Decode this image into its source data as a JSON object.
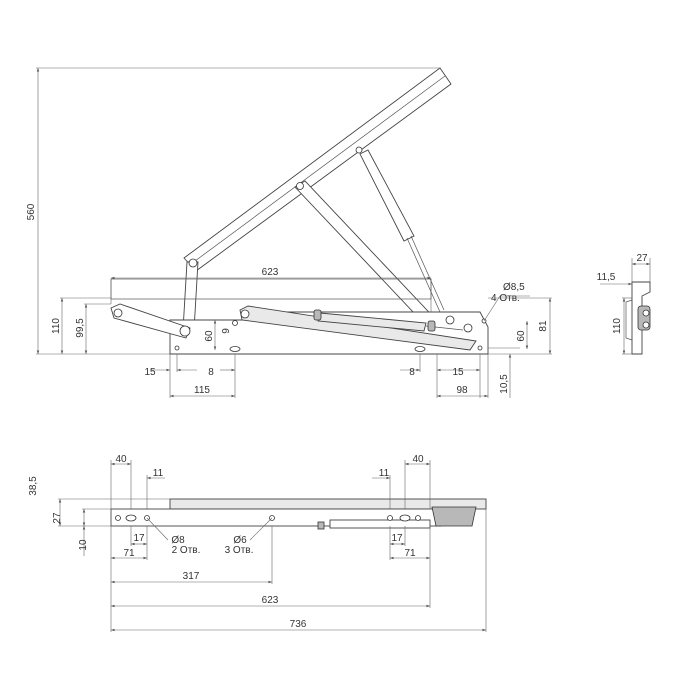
{
  "side_view": {
    "dims": {
      "height_total": "560",
      "height_base": "110",
      "height_inner": "99,5",
      "length_frame": "623",
      "hole_spacing_left": "60",
      "small_left": "9",
      "hole_diameter": "Ø8,5",
      "hole_count": "4 Отв.",
      "right_60": "60",
      "right_81": "81",
      "bottom_15_left": "15",
      "bottom_8_left": "8",
      "bottom_115": "115",
      "bottom_8_right": "8",
      "bottom_15_right": "15",
      "bottom_98": "98",
      "right_10_5": "10,5"
    }
  },
  "end_view": {
    "dims": {
      "width_27": "27",
      "offset_11_5": "11,5",
      "height_110": "110"
    }
  },
  "top_view": {
    "dims": {
      "height_38_5": "38,5",
      "height_27": "27",
      "height_10": "10",
      "left_40": "40",
      "left_11": "11",
      "left_17": "17",
      "left_71": "71",
      "right_11": "11",
      "right_40": "40",
      "right_17": "17",
      "right_71": "71",
      "hole8_diameter": "Ø8",
      "hole8_count": "2 Отв.",
      "hole6_diameter": "Ø6",
      "hole6_count": "3 Отв.",
      "len_317": "317",
      "len_623": "623",
      "len_736": "736"
    }
  }
}
